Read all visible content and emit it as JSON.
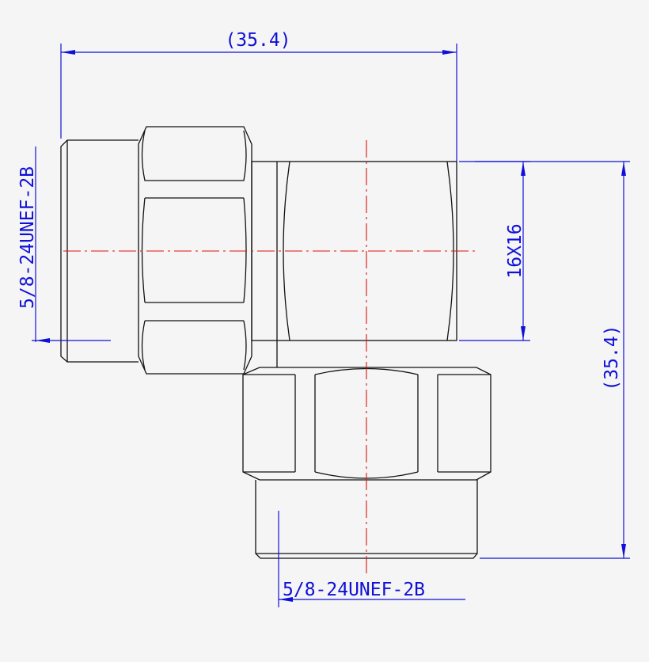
{
  "dimensions": {
    "overall_width": "(35.4)",
    "overall_height": "(35.4)",
    "hex_size": "16X16",
    "thread_left": "5/8-24UNEF-2B",
    "thread_bottom": "5/8-24UNEF-2B"
  },
  "colors": {
    "outline": "#111111",
    "dimension": "#1010d8",
    "centerline": "#e01010",
    "background": "#f5f5f5"
  }
}
